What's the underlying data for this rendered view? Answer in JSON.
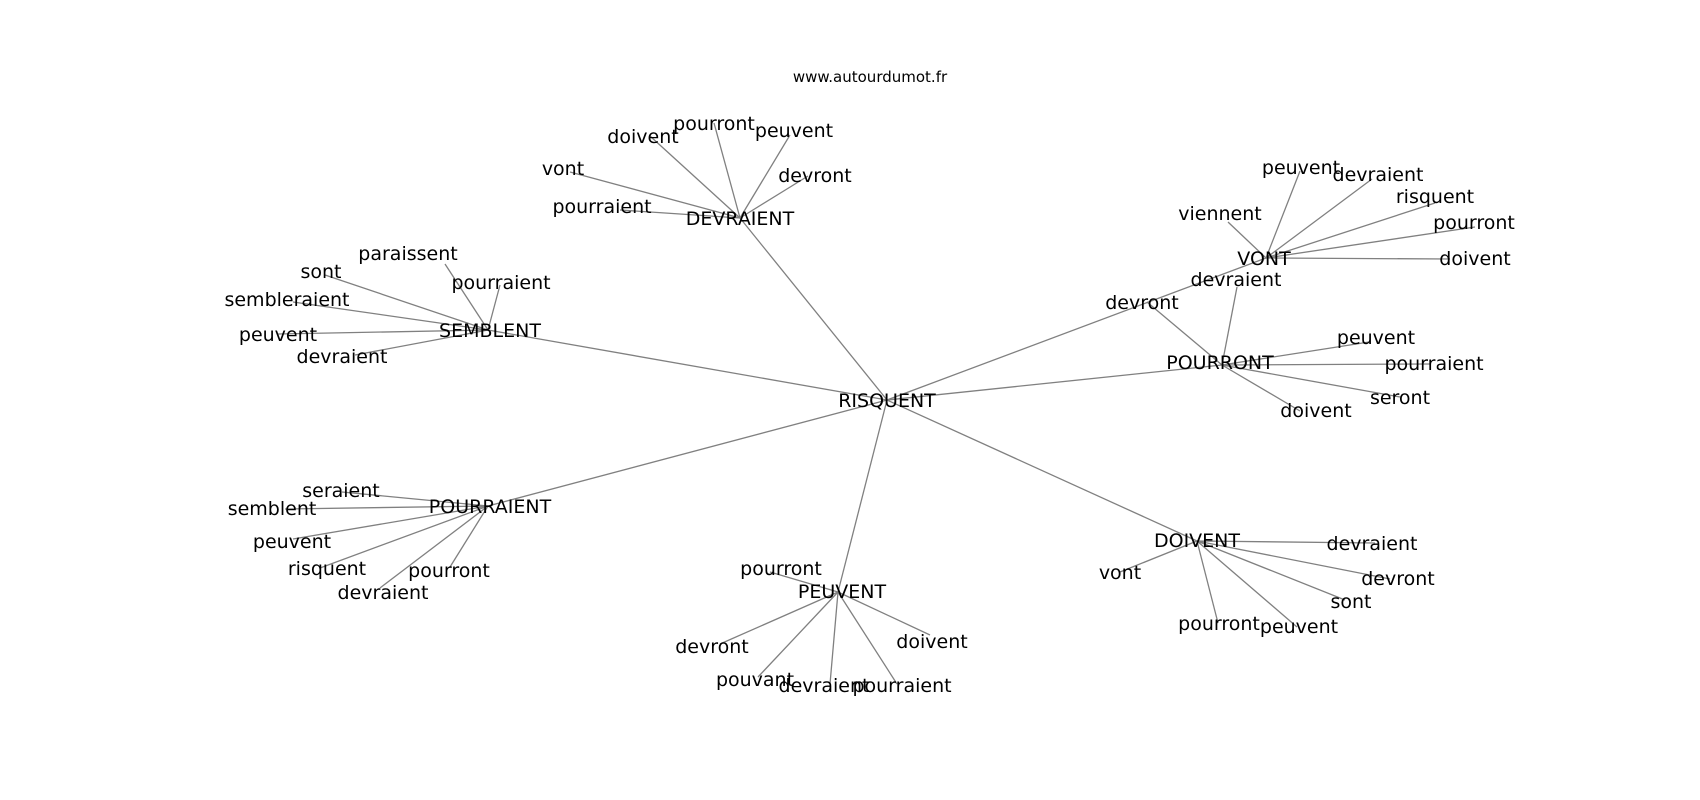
{
  "source_label": "www.autourdumot.fr",
  "center": "RISQUENT",
  "edge_color": "#808080",
  "clusters": [
    {
      "hub": "DEVRAIENT",
      "words": [
        "vont",
        "doivent",
        "pourront",
        "peuvent",
        "devront",
        "pourraient"
      ]
    },
    {
      "hub": "SEMBLENT",
      "words": [
        "sont",
        "paraissent",
        "pourraient",
        "sembleraient",
        "peuvent",
        "devraient"
      ]
    },
    {
      "hub": "POURRAIENT",
      "words": [
        "seraient",
        "semblent",
        "peuvent",
        "risquent",
        "pourront",
        "devraient"
      ]
    },
    {
      "hub": "PEUVENT",
      "words": [
        "pourront",
        "devront",
        "pouvant",
        "devraient",
        "pourraient",
        "doivent"
      ]
    },
    {
      "hub": "DOIVENT",
      "words": [
        "vont",
        "devraient",
        "devront",
        "sont",
        "peuvent",
        "pourront"
      ]
    },
    {
      "hub": "POURRONT",
      "words": [
        "devront",
        "devraient",
        "peuvent",
        "pourraient",
        "seront",
        "doivent"
      ]
    },
    {
      "hub": "VONT",
      "words": [
        "viennent",
        "peuvent",
        "devraient",
        "risquent",
        "pourront",
        "doivent"
      ]
    }
  ]
}
